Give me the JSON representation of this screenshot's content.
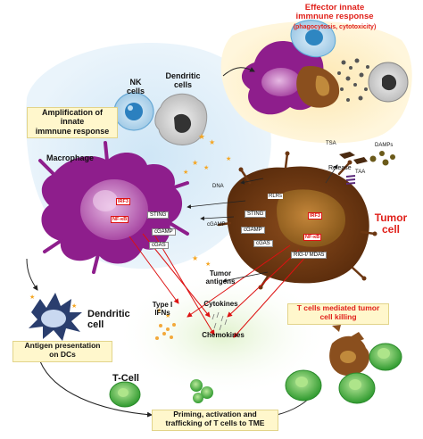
{
  "effector": {
    "title_line1": "Effector innate",
    "title_line2": "immnune response",
    "subtitle": "(phagocytosis, cytotoxicity)"
  },
  "nk_cells": {
    "line1": "NK",
    "line2": "cells"
  },
  "dendritic_top": {
    "line1": "Dendritic",
    "line2": "cells"
  },
  "amplification": {
    "line1": "Amplification of",
    "line2": "innate",
    "line3": "immnune response"
  },
  "macrophage": "Macrophage",
  "tumor_cell": {
    "line1": "Tumor",
    "line2": "cell"
  },
  "macrophage_labels": {
    "irf3": "IRF3",
    "nfkb": "NF-κB",
    "sting": "STING",
    "cgamp": "cGAMP",
    "cgas": "cGAS"
  },
  "tumor_labels": {
    "rlrs": "RLRs",
    "sting": "STING",
    "cgamp": "cGAMP",
    "cgas": "cGAS",
    "irf3": "IRF3",
    "nfkb": "NF-κB",
    "rig": "RIG-I/ MDA5"
  },
  "release": {
    "tsa": "TSA",
    "damps": "DAMPs",
    "taa": "TAA",
    "release": "Release"
  },
  "middle": {
    "dna": "DNA",
    "cgamp": "cGAMP",
    "tumor_antigens_1": "Tumor",
    "tumor_antigens_2": "antigens"
  },
  "cytokines": {
    "type1_1": "Type I",
    "type1_2": "IFNs",
    "cytokines": "Cytokines",
    "chemokines": "Chemokines"
  },
  "dendritic_cell": {
    "line1": "Dendritic",
    "line2": "cell"
  },
  "antigen_presentation": {
    "line1": "Antigen presentation",
    "line2": "on DCs"
  },
  "tcell_killing": {
    "line1": "T cells mediated tumor",
    "line2": "cell killing"
  },
  "tcell": "T-Cell",
  "priming": {
    "line1": "Priming, activation and",
    "line2": "trafficking of T cells to TME"
  },
  "colors": {
    "red_text": "#e0201a",
    "macrophage": "#8e1e8c",
    "tumor": "#7a4317",
    "nk": "#5aa8d8",
    "tcell": "#3caa3c",
    "box": "#fff7cc"
  }
}
